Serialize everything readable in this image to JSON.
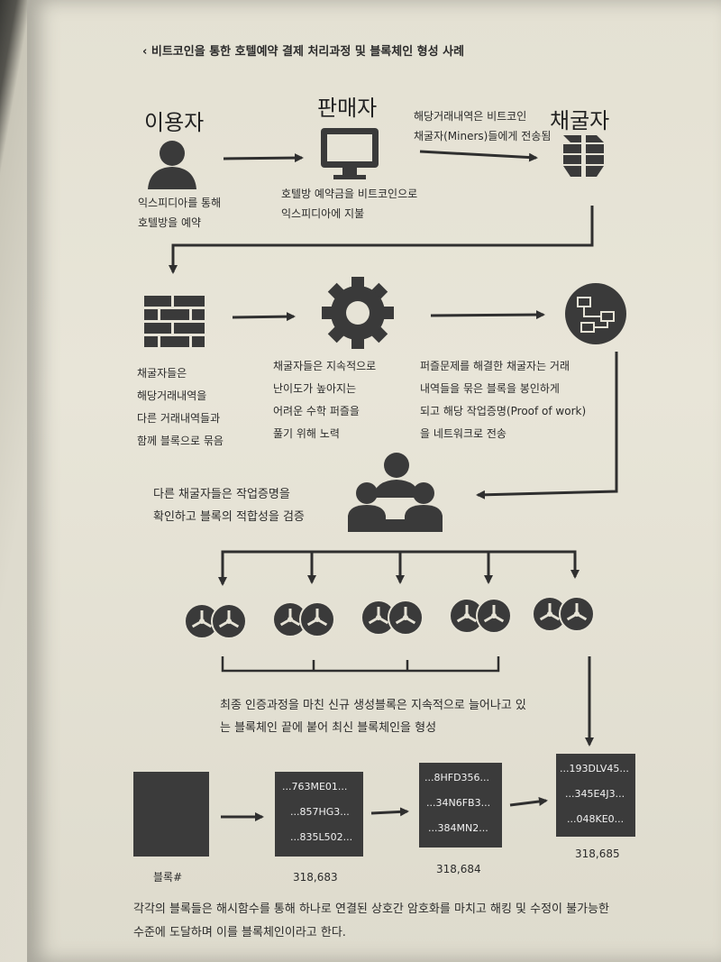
{
  "caption": "‹ 비트코인을 통한 호텔예약 결제 처리과정 및 블록체인 형성 사례",
  "roles": {
    "user": "이용자",
    "seller": "판매자",
    "miner": "채굴자"
  },
  "notes": {
    "user": [
      "익스피디아를 통해",
      "호텔방을 예약"
    ],
    "seller": [
      "호텔방 예약금을 비트코인으로",
      "익스피디아에 지불"
    ],
    "broadcast": [
      "해당거래내역은 비트코인",
      "채굴자(Miners)들에게 전송됨"
    ],
    "bundle": [
      "채굴자들은",
      "해당거래내역을",
      "다른 거래내역들과",
      "함께 블록으로 묶음"
    ],
    "puzzle": [
      "채굴자들은 지속적으로",
      "난이도가 높아지는",
      "어려운 수학 퍼즐을",
      "풀기 위해 노력"
    ],
    "proof": [
      "퍼즐문제를 해결한 채굴자는 거래",
      "내역들을 묶은 블록을 봉인하게",
      "되고 해당 작업증명(Proof of work)",
      "을 네트워크로 전송"
    ],
    "verify": [
      "다른 채굴자들은 작업증명을",
      "확인하고 블록의 적합성을 검증"
    ],
    "attach": [
      "최종 인증과정을 마친 신규 생성블록은 지속적으로 늘어나고 있",
      "는 블록체인 끝에 붙어 최신 블록체인을 형성"
    ]
  },
  "blocks": [
    {
      "label": "블록#",
      "hashes": []
    },
    {
      "label": "318,683",
      "hashes": [
        "...763ME01...",
        "...857HG3...",
        "...835L502..."
      ]
    },
    {
      "label": "318,684",
      "hashes": [
        "...8HFD356...",
        "...34N6FB3...",
        "...384MN2..."
      ]
    },
    {
      "label": "318,685",
      "hashes": [
        "...193DLV45...",
        "...345E4J3...",
        "...048KE0..."
      ]
    }
  ],
  "footer": [
    "각각의 블록들은 해시함수를 통해  하나로 연결된 상호간 암호화를 마치고  해킹 및 수정이 불가능한",
    "수준에 도달하며 이를 블록체인이라고 한다."
  ],
  "colors": {
    "ink": "#3a3a3a",
    "paper": "#e6e3d6",
    "block": "#3b3b3b"
  },
  "icons": [
    "user-icon",
    "monitor-icon",
    "miner-stack-icon",
    "brick-wall-icon",
    "gear-icon",
    "flowchart-circle-icon",
    "group-icon",
    "mining-node-icon"
  ]
}
